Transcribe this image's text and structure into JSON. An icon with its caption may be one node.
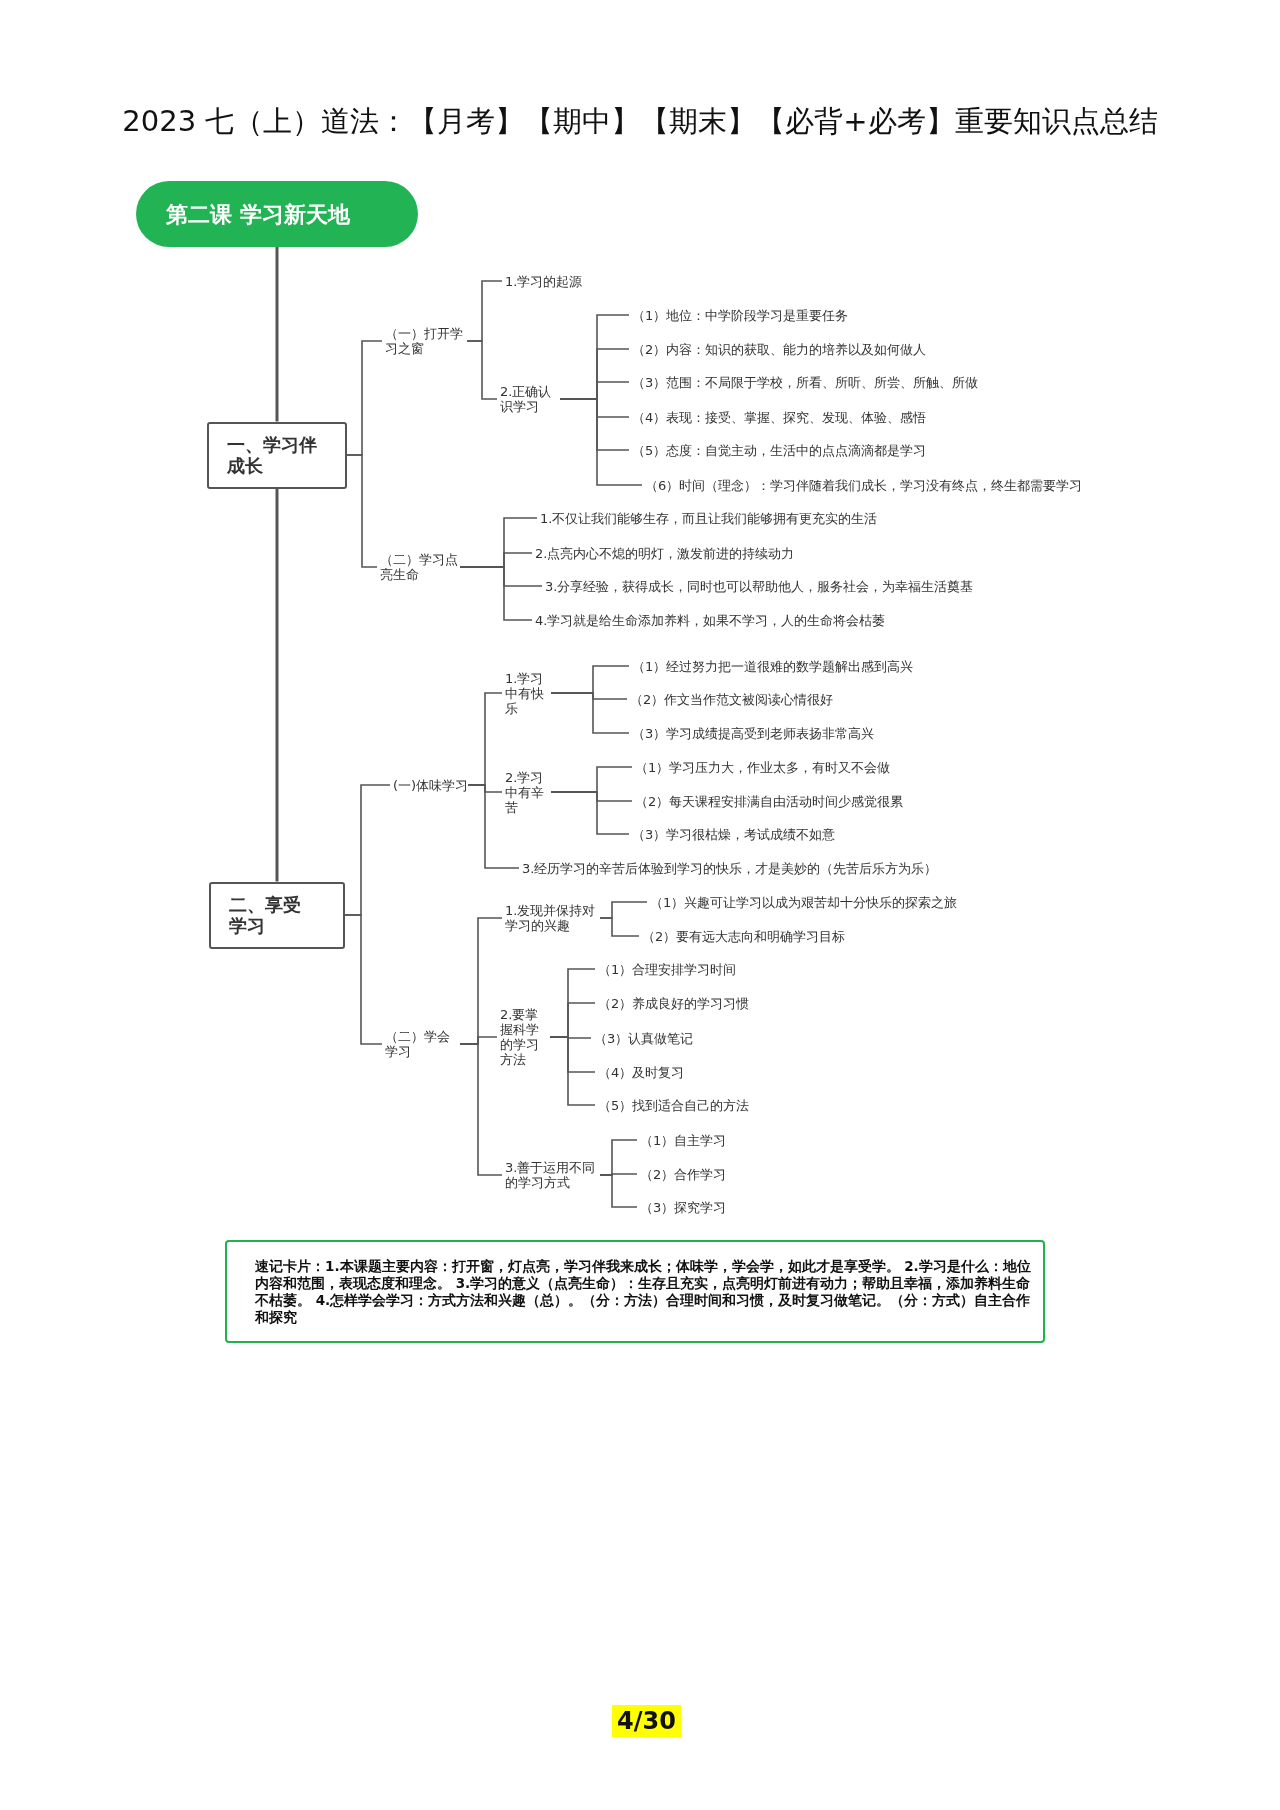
{
  "diagram": {
    "title": "2023 七（上）道法：【月考】【期中】【期末】【必背+必考】重要知识点总结",
    "nodes": [
      {
        "text": [
          "第二课  学习新天地"
        ]
      },
      {
        "text": [
          "一、学习伴成长"
        ]
      },
      {
        "text": [
          "二、享受学习"
        ]
      },
      {
        "text": [
          "（一）打开学习之窗"
        ]
      },
      {
        "text": [
          "1.学习的起源"
        ]
      },
      {
        "text": [
          "2.正确认识学习"
        ]
      },
      {
        "text": [
          "（1）地位：中学阶段学习是重要任务"
        ]
      },
      {
        "text": [
          "（2）内容：知识的获取、能力的培养以及如何做人"
        ]
      },
      {
        "text": [
          "（3）范围：不局限于学校，所看、所听、所尝、所触、所做"
        ]
      },
      {
        "text": [
          "（4）表现：接受、掌握、探究、发现、体验、感悟"
        ]
      },
      {
        "text": [
          "（5）态度：自觉主动，生活中的点点滴滴都是学习"
        ]
      },
      {
        "text": [
          "（6）时间（理念）：学习伴随着我们成长，学习没有终点，终生都需要学习"
        ]
      },
      {
        "text": [
          "（二）学习点亮生命"
        ]
      },
      {
        "text": [
          "1.不仅让我们能够生存，而且让我们能够拥有更充实的生活"
        ]
      },
      {
        "text": [
          "2.点亮内心不熄的明灯，激发前进的持续动力"
        ]
      },
      {
        "text": [
          "3.分享经验，获得成长，同时也可以帮助他人，服务社会，为幸福生活奠基"
        ]
      },
      {
        "text": [
          "4.学习就是给生命添加养料，如果不学习，人的生命将会枯萎"
        ]
      },
      {
        "text": [
          "(一)体味学习"
        ]
      },
      {
        "text": [
          "1.学习中有快乐"
        ]
      },
      {
        "text": [
          "（1）经过努力把一道很难的数学题解出感到高兴"
        ]
      },
      {
        "text": [
          "（2）作文当作范文被阅读心情很好"
        ]
      },
      {
        "text": [
          "（3）学习成绩提高受到老师表扬非常高兴"
        ]
      },
      {
        "text": [
          "2.学习中有辛苦"
        ]
      },
      {
        "text": [
          "（1）学习压力大，作业太多，有时又不会做"
        ]
      },
      {
        "text": [
          "（2）每天课程安排满自由活动时间少感觉很累"
        ]
      },
      {
        "text": [
          "（3）学习很枯燥，考试成绩不如意"
        ]
      },
      {
        "text": [
          "3.经历学习的辛苦后体验到学习的快乐，才是美妙的（先苦后乐方为乐）"
        ]
      },
      {
        "text": [
          "（二）学会学习"
        ]
      },
      {
        "text": [
          "1.发现并保持对学习的兴趣"
        ]
      },
      {
        "text": [
          "（1）兴趣可让学习以成为艰苦却十分快乐的探索之旅"
        ]
      },
      {
        "text": [
          "（2）要有远大志向和明确学习目标"
        ]
      },
      {
        "text": [
          "2.要掌握科学的学习方法"
        ]
      },
      {
        "text": [
          "（1）合理安排学习时间"
        ]
      },
      {
        "text": [
          "（2）养成良好的学习习惯"
        ]
      },
      {
        "text": [
          "（3）认真做笔记"
        ]
      },
      {
        "text": [
          "（4）及时复习"
        ]
      },
      {
        "text": [
          "（5）找到适合自己的方法"
        ]
      },
      {
        "text": [
          "3.善于运用不同的学习方式"
        ]
      },
      {
        "text": [
          "（1）自主学习"
        ]
      },
      {
        "text": [
          "（2）合作学习"
        ]
      },
      {
        "text": [
          "（3）探究学习"
        ]
      }
    ],
    "edges": [
      {
        "from": 0,
        "to": 1,
        "arrow": "none"
      },
      {
        "from": 1,
        "to": 2,
        "arrow": "none"
      },
      {
        "from": 1,
        "to": 3,
        "arrow": "none"
      },
      {
        "from": 1,
        "to": 12,
        "arrow": "none"
      },
      {
        "from": 3,
        "to": 4,
        "arrow": "none"
      },
      {
        "from": 3,
        "to": 5,
        "arrow": "none"
      },
      {
        "from": 5,
        "to": 6,
        "arrow": "none"
      },
      {
        "from": 5,
        "to": 7,
        "arrow": "none"
      },
      {
        "from": 5,
        "to": 8,
        "arrow": "none"
      },
      {
        "from": 5,
        "to": 9,
        "arrow": "none"
      },
      {
        "from": 5,
        "to": 10,
        "arrow": "none"
      },
      {
        "from": 5,
        "to": 11,
        "arrow": "none"
      },
      {
        "from": 12,
        "to": 13,
        "arrow": "none"
      },
      {
        "from": 12,
        "to": 14,
        "arrow": "none"
      },
      {
        "from": 12,
        "to": 15,
        "arrow": "none"
      },
      {
        "from": 12,
        "to": 16,
        "arrow": "none"
      },
      {
        "from": 2,
        "to": 17,
        "arrow": "none"
      },
      {
        "from": 2,
        "to": 27,
        "arrow": "none"
      },
      {
        "from": 17,
        "to": 18,
        "arrow": "none"
      },
      {
        "from": 17,
        "to": 22,
        "arrow": "none"
      },
      {
        "from": 17,
        "to": 26,
        "arrow": "none"
      },
      {
        "from": 18,
        "to": 19,
        "arrow": "none"
      },
      {
        "from": 18,
        "to": 20,
        "arrow": "none"
      },
      {
        "from": 18,
        "to": 21,
        "arrow": "none"
      },
      {
        "from": 22,
        "to": 23,
        "arrow": "none"
      },
      {
        "from": 22,
        "to": 24,
        "arrow": "none"
      },
      {
        "from": 22,
        "to": 25,
        "arrow": "none"
      },
      {
        "from": 27,
        "to": 28,
        "arrow": "none"
      },
      {
        "from": 27,
        "to": 31,
        "arrow": "none"
      },
      {
        "from": 27,
        "to": 37,
        "arrow": "none"
      },
      {
        "from": 28,
        "to": 29,
        "arrow": "none"
      },
      {
        "from": 28,
        "to": 30,
        "arrow": "none"
      },
      {
        "from": 31,
        "to": 32,
        "arrow": "none"
      },
      {
        "from": 31,
        "to": 33,
        "arrow": "none"
      },
      {
        "from": 31,
        "to": 34,
        "arrow": "none"
      },
      {
        "from": 31,
        "to": 35,
        "arrow": "none"
      },
      {
        "from": 31,
        "to": 36,
        "arrow": "none"
      },
      {
        "from": 37,
        "to": 38,
        "arrow": "none"
      },
      {
        "from": 37,
        "to": 39,
        "arrow": "none"
      },
      {
        "from": 37,
        "to": 40,
        "arrow": "none"
      }
    ],
    "labels": [
      "速记卡片：1.本课题主要内容：打开窗，灯点亮，学习伴我来成长；体味学，学会学，如此才是享受学。 2.学习是什么：地位内容和范围，表现态度和理念。 3.学习的意义（点亮生命）：生存且充实，点亮明灯前进有动力；帮助且幸福，添加养料生命不枯萎。 4.怎样学会学习：方式方法和兴趣（总）。（分：方法）合理时间和习惯，及时复习做笔记。（分：方式）自主合作和探究",
      "4/30"
    ]
  }
}
